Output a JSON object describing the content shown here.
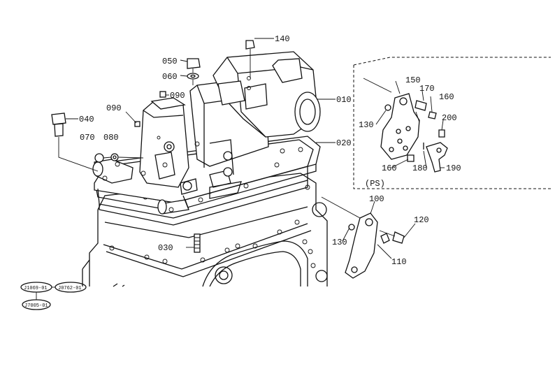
{
  "callouts": {
    "p010": "010",
    "p020": "020",
    "p030": "030",
    "p040": "040",
    "p050": "050",
    "p060": "060",
    "p070": "070",
    "p080": "080",
    "p090a": "090",
    "p090b": "090",
    "p100": "100",
    "p110": "110",
    "p120": "120",
    "p130a": "130",
    "p130b": "130",
    "p140": "140",
    "p150": "150",
    "p160a": "160",
    "p160b": "160",
    "p170": "170",
    "p180": "180",
    "p190": "190",
    "p200": "200"
  },
  "inset_label": "(PS)",
  "refs": {
    "r1": "J1069-01",
    "r2": "J0762-01",
    "r3": "J7005-01"
  }
}
